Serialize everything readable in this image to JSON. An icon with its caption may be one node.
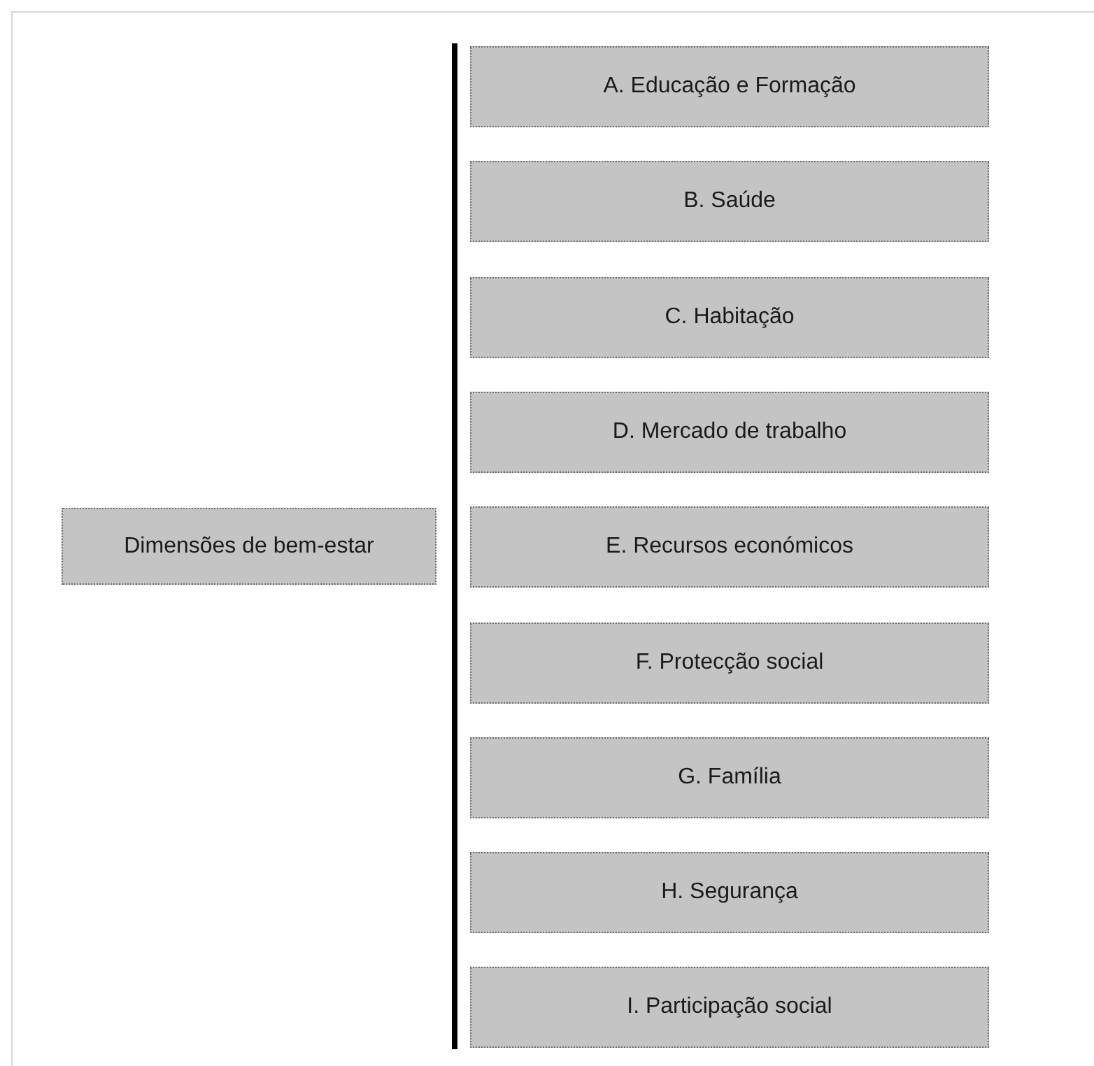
{
  "diagram": {
    "nodes": [
      {
        "text": [
          "Dimensões de bem-estar"
        ]
      },
      {
        "text": [
          "A. Educação e Formação"
        ]
      },
      {
        "text": [
          "B. Saúde"
        ]
      },
      {
        "text": [
          "C. Habitação"
        ]
      },
      {
        "text": [
          "D. Mercado de trabalho"
        ]
      },
      {
        "text": [
          "E. Recursos económicos"
        ]
      },
      {
        "text": [
          "F. Protecção social"
        ]
      },
      {
        "text": [
          "G. Família"
        ]
      },
      {
        "text": [
          "H. Segurança"
        ]
      },
      {
        "text": [
          "I. Participação social"
        ]
      }
    ]
  }
}
